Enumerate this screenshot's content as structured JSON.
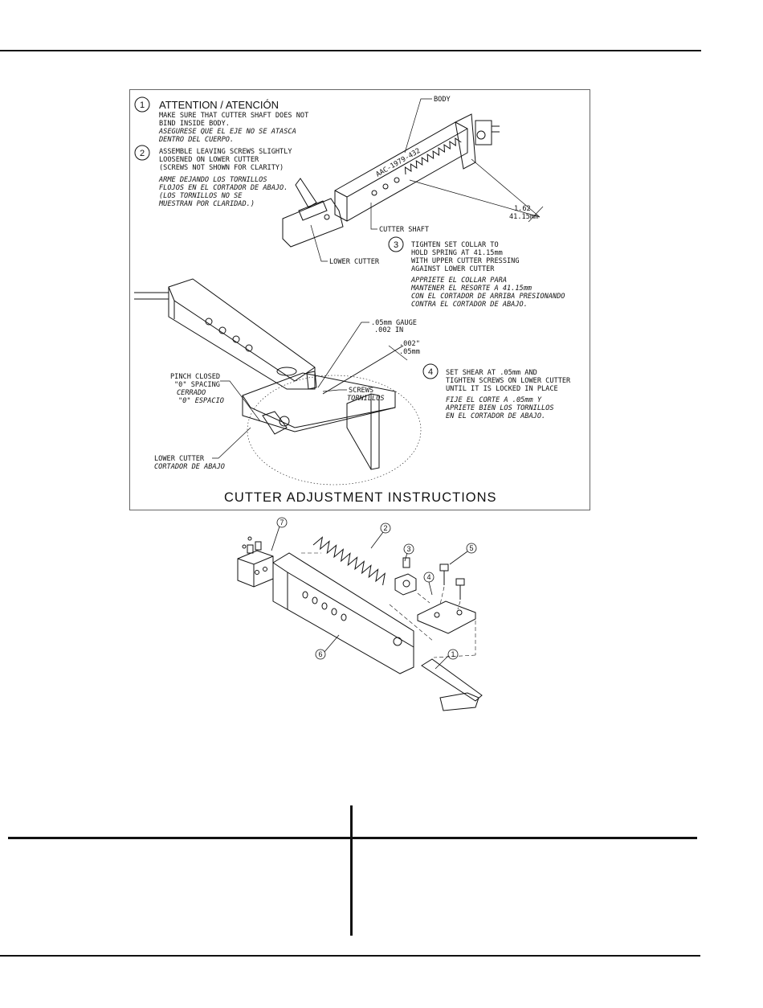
{
  "instructions": {
    "step1": {
      "number": "1",
      "heading": "ATTENTION / ATENCIÓN",
      "en": [
        "MAKE SURE THAT CUTTER SHAFT DOES NOT",
        "BIND INSIDE BODY."
      ],
      "es": [
        "ASEGURESE QUE EL EJE NO SE ATASCA",
        "DENTRO DEL CUERPO."
      ]
    },
    "step2": {
      "number": "2",
      "en": [
        "ASSEMBLE LEAVING SCREWS SLIGHTLY",
        "LOOSENED ON LOWER CUTTER",
        "(SCREWS NOT SHOWN FOR CLARITY)"
      ],
      "es": [
        "ARME DEJANDO LOS TORNILLOS",
        "FLOJOS EN EL CORTADOR DE ABAJO.",
        "(LOS TORNILLOS NO SE",
        "MUESTRAN POR CLARIDAD.)"
      ]
    },
    "step3": {
      "number": "3",
      "en": [
        "TIGHTEN SET COLLAR TO",
        "HOLD SPRING AT 41.15mm",
        "WITH UPPER CUTTER PRESSING",
        "AGAINST LOWER CUTTER"
      ],
      "es": [
        "APPRIETE EL COLLAR PARA",
        "MANTENER EL RESORTE A 41.15mm",
        "CON EL CORTADOR DE ARRIBA PRESIONANDO",
        "CONTRA EL CORTADOR DE ABAJO."
      ]
    },
    "step4": {
      "number": "4",
      "en": [
        "SET SHEAR AT .05mm AND",
        "TIGHTEN SCREWS ON LOWER CUTTER",
        "UNTIL IT IS LOCKED IN PLACE"
      ],
      "es": [
        "FIJE EL CORTE A .05mm Y",
        "APRIETE BIEN LOS TORNILLOS",
        "EN EL CORTADOR DE ABAJO."
      ]
    },
    "labels": {
      "body": "BODY",
      "part_code": "AAC-1979-432",
      "dim_in": "1.62",
      "dim_mm": "41.15mm",
      "cutter_shaft": "CUTTER SHAFT",
      "lower_cutter": "LOWER CUTTER",
      "gauge_mm": ".05mm GAUGE",
      "gauge_in": ".002 IN",
      "gap_in": ".002\"",
      "gap_mm": ".05mm",
      "pinch_en": [
        "PINCH CLOSED",
        "\"0\" SPACING"
      ],
      "pinch_es": [
        "CERRADO",
        "\"0\" ESPACIO"
      ],
      "screws_en": "SCREWS",
      "screws_es": "TORNILLOS",
      "lower_cutter_en": "LOWER CUTTER",
      "lower_cutter_es": "CORTADOR DE ABAJO"
    },
    "title": "CUTTER ADJUSTMENT INSTRUCTIONS"
  },
  "parts": {
    "callouts": [
      "1",
      "2",
      "3",
      "4",
      "5",
      "6",
      "7"
    ]
  }
}
